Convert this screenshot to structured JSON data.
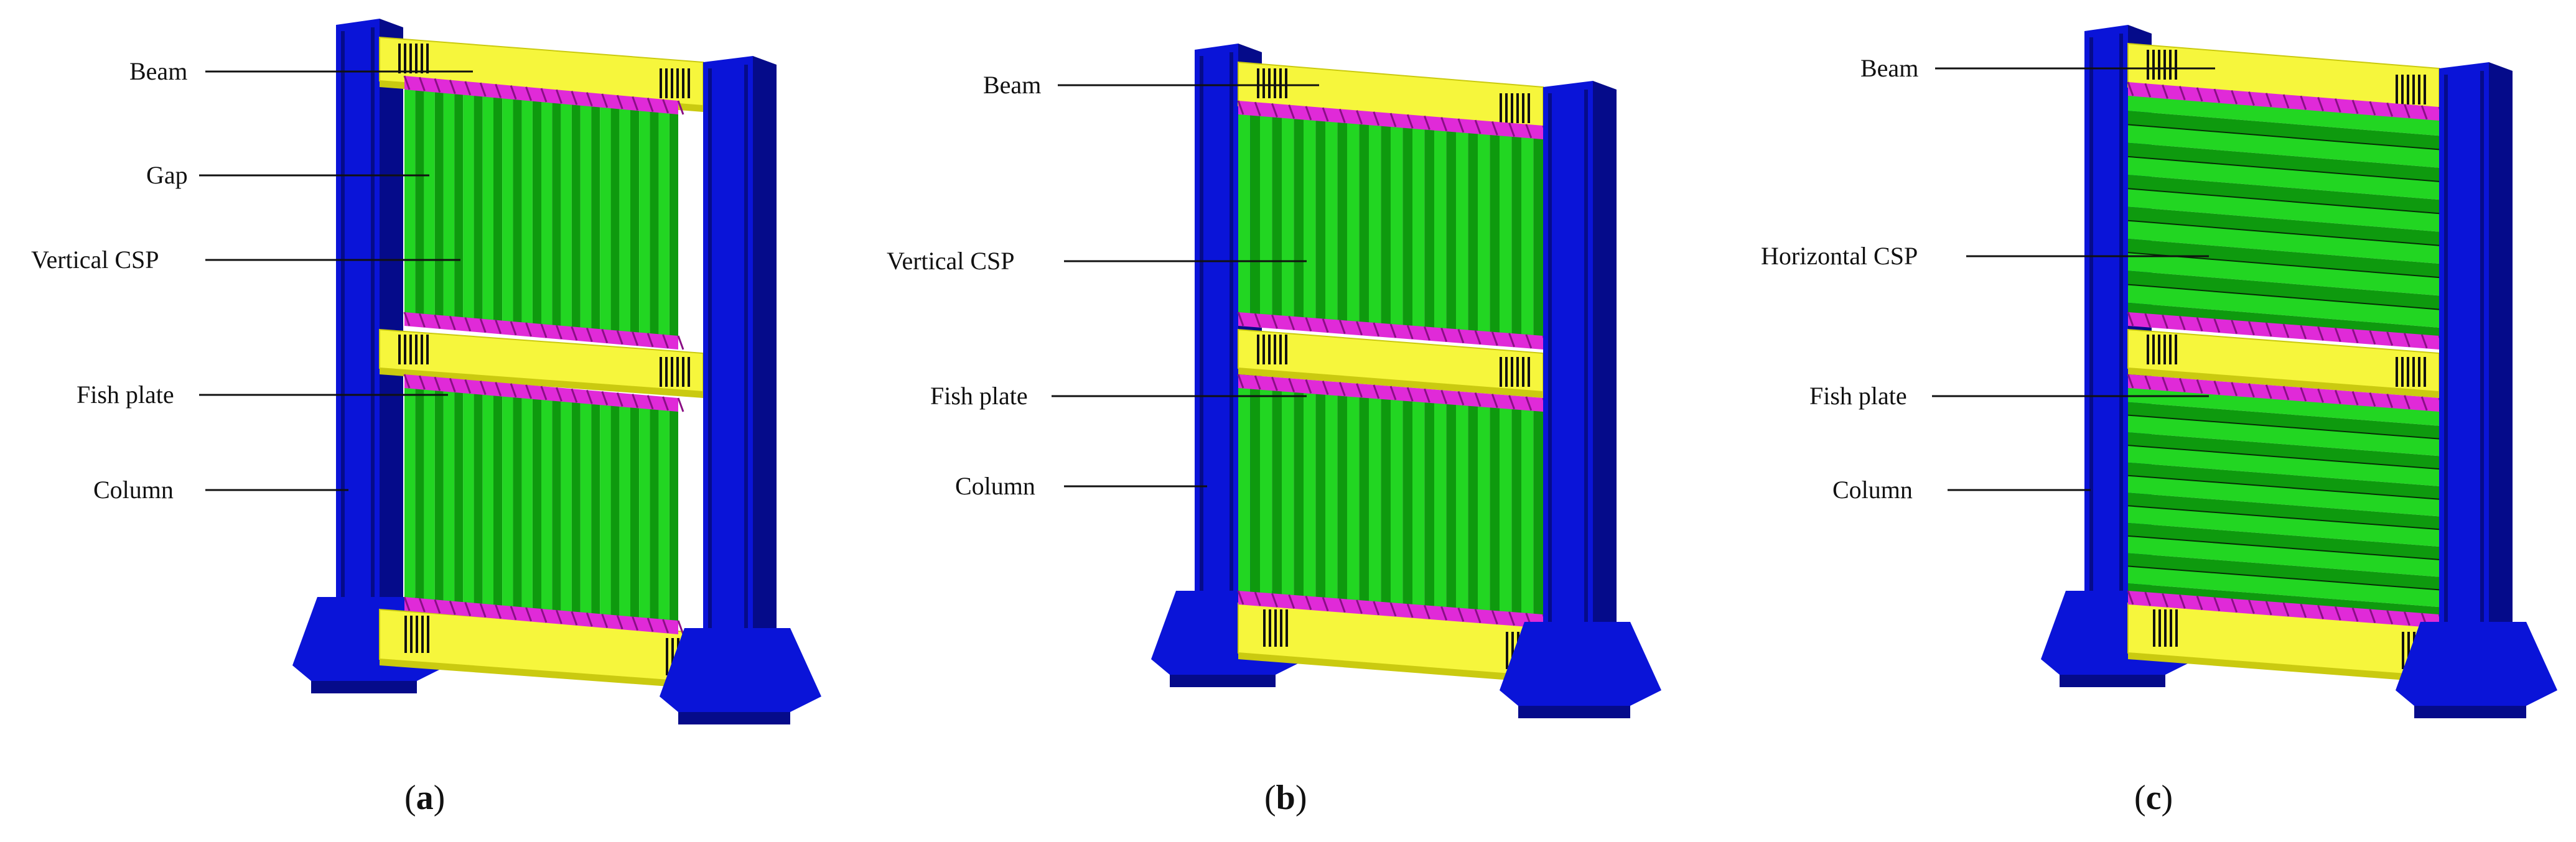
{
  "panels": [
    {
      "id": "a",
      "caption_open": "(",
      "caption_letter": "a",
      "caption_close": ")",
      "labels": {
        "beam": "Beam",
        "gap": "Gap",
        "csp": "Vertical CSP",
        "fish_plate": "Fish plate",
        "column": "Column"
      },
      "csp_orientation": "vertical"
    },
    {
      "id": "b",
      "caption_open": "(",
      "caption_letter": "b",
      "caption_close": ")",
      "labels": {
        "beam": "Beam",
        "csp": "Vertical CSP",
        "fish_plate": "Fish plate",
        "column": "Column"
      },
      "csp_orientation": "vertical"
    },
    {
      "id": "c",
      "caption_open": "(",
      "caption_letter": "c",
      "caption_close": ")",
      "labels": {
        "beam": "Beam",
        "csp": "Horizontal CSP",
        "fish_plate": "Fish plate",
        "column": "Column"
      },
      "csp_orientation": "horizontal"
    }
  ],
  "colors": {
    "column": "#0a14d8",
    "column_dark": "#050b8a",
    "beam": "#f6f63c",
    "beam_edge": "#caca10",
    "csp_light": "#22d622",
    "csp_dark": "#0e9a0e",
    "fish_plate": "#e02ad8",
    "bolt": "#111111"
  }
}
